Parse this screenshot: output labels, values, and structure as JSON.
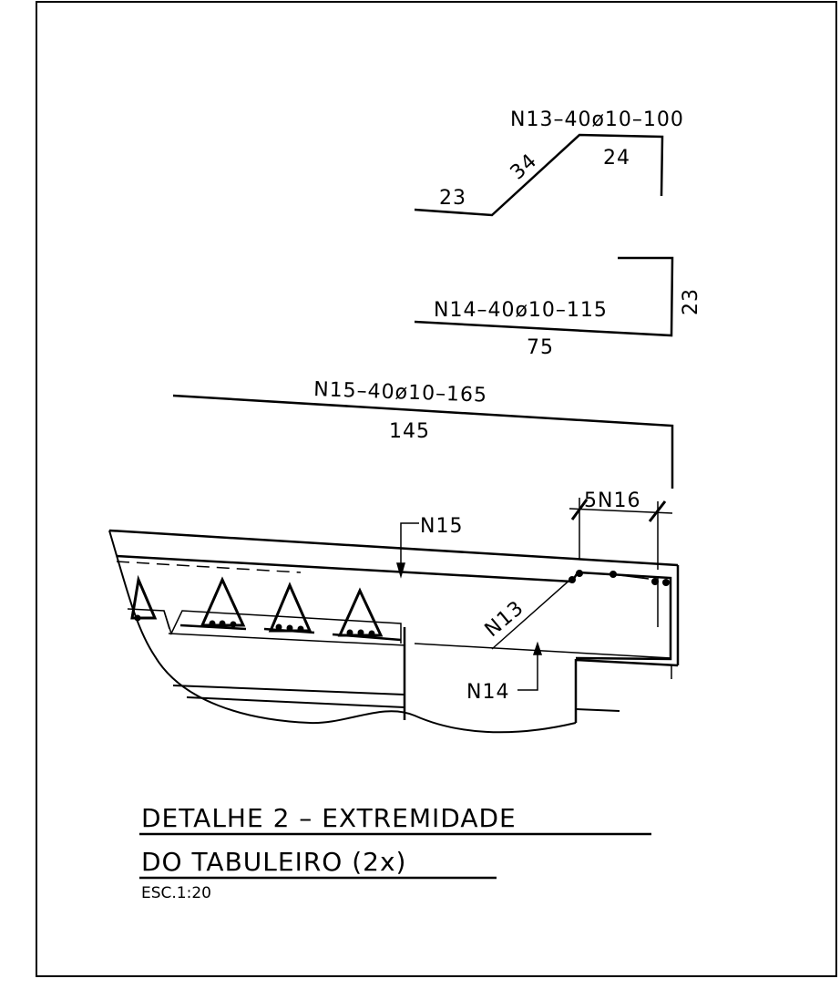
{
  "drawing": {
    "title_line1": "DETALHE 2 – EXTREMIDADE",
    "title_line2": "DO TABULEIRO (2x)",
    "scale": "ESC.1:20"
  },
  "bars": {
    "n13": {
      "label": "N13–40ø10–100",
      "segments": [
        "23",
        "34",
        "24"
      ]
    },
    "n14": {
      "label": "N14–40ø10–115",
      "segments": [
        "75",
        "23"
      ]
    },
    "n15": {
      "label": "N15–40ø10–165",
      "segments": [
        "145"
      ]
    }
  },
  "section": {
    "callout_n15": "N15",
    "callout_n13": "N13",
    "callout_n14": "N14",
    "callout_n16": "5N16"
  }
}
